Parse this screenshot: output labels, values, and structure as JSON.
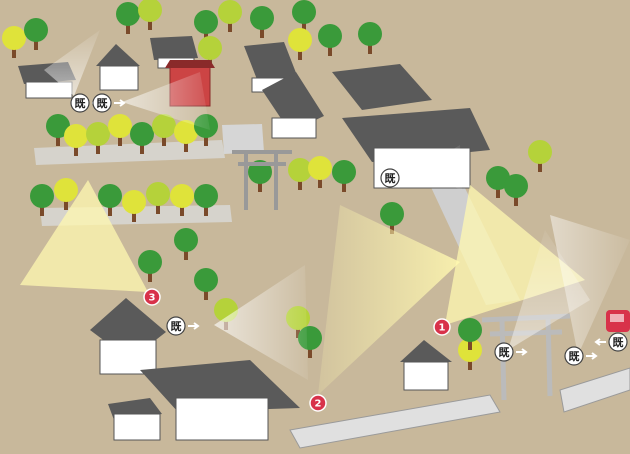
{
  "map": {
    "colors": {
      "ground": "#c8b89b",
      "tree_green": "#3a9a3a",
      "tree_light": "#b5d23a",
      "tree_yellow": "#dfe33a",
      "roof": "#5a5a5a",
      "wall": "#ffffff",
      "trunk": "#7a4a2a",
      "view_cone": "#fff6a0",
      "marker_red": "#d8324a",
      "fence": "#d8d8d8"
    },
    "viewpoints": [
      {
        "number": "1"
      },
      {
        "number": "2"
      },
      {
        "number": "3"
      }
    ],
    "photo_markers": [
      {
        "text": "既"
      },
      {
        "text": "既"
      },
      {
        "text": "既"
      },
      {
        "text": "既"
      },
      {
        "text": "既"
      },
      {
        "text": "既"
      },
      {
        "text": "既"
      }
    ],
    "icons": [
      "photo-marker-icon",
      "arrow-right-icon",
      "arrow-up-icon",
      "car-icon",
      "torii-gate-icon",
      "shrine-building-icon",
      "tree-icon"
    ]
  }
}
